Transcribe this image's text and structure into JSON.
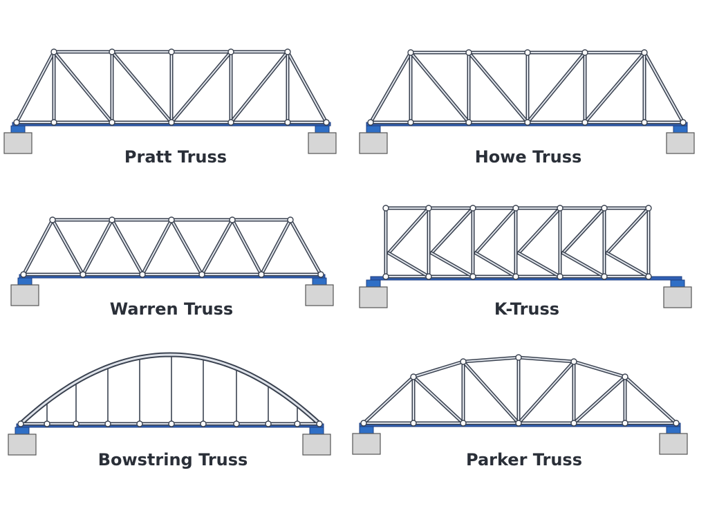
{
  "panels": [
    {
      "id": "pratt",
      "label": "Pratt Truss"
    },
    {
      "id": "howe",
      "label": "Howe Truss"
    },
    {
      "id": "warren",
      "label": "Warren Truss"
    },
    {
      "id": "k",
      "label": "K-Truss"
    },
    {
      "id": "bowstring",
      "label": "Bowstring Truss"
    },
    {
      "id": "parker",
      "label": "Parker Truss"
    }
  ],
  "colors": {
    "member_outline": "#3a4250",
    "member_fill": "#dfe3ea",
    "deck": "#2f5fb3",
    "bearing": "#2f6fc6",
    "pier": "#d6d6d6",
    "pier_outline": "#555555",
    "joint": "#ffffff"
  }
}
